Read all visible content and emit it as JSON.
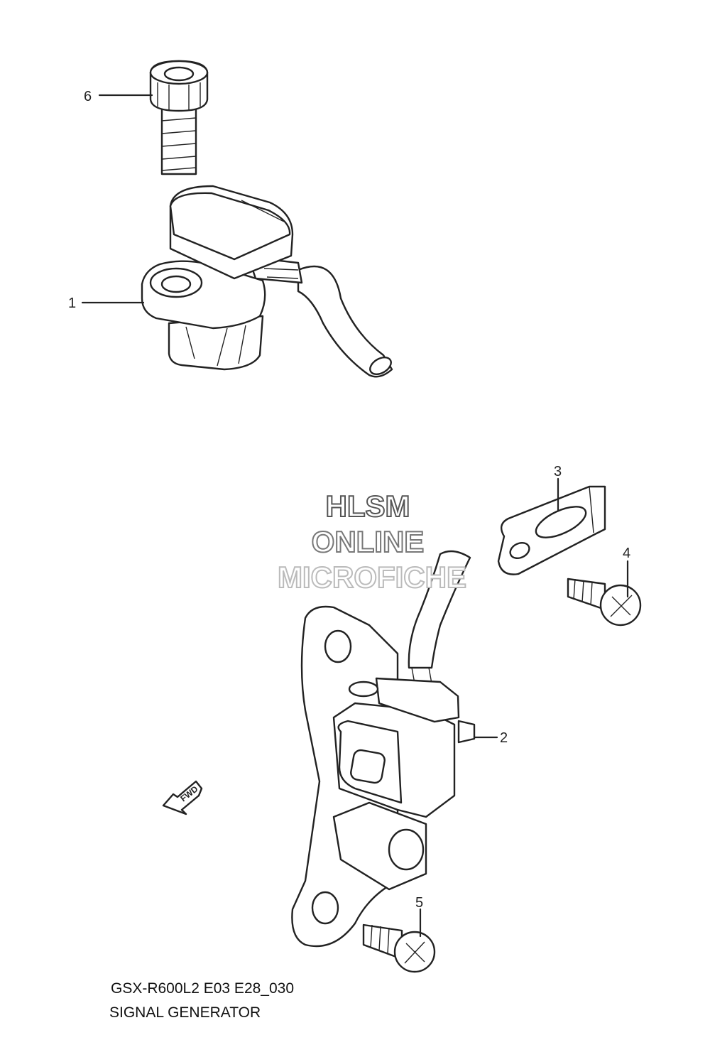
{
  "watermark": {
    "line1": "HLSM",
    "line2": "ONLINE",
    "line3": "MICROFICHE",
    "colors": {
      "line1": "#555555",
      "line2": "#777777",
      "line3": "#bbbbbb"
    }
  },
  "callouts": {
    "c1": "1",
    "c2": "2",
    "c3": "3",
    "c4": "4",
    "c5": "5",
    "c6": "6"
  },
  "fwd_arrow": {
    "text": "FWD"
  },
  "caption": {
    "code": "GSX-R600L2 E03 E28_030",
    "title": "SIGNAL GENERATOR"
  }
}
